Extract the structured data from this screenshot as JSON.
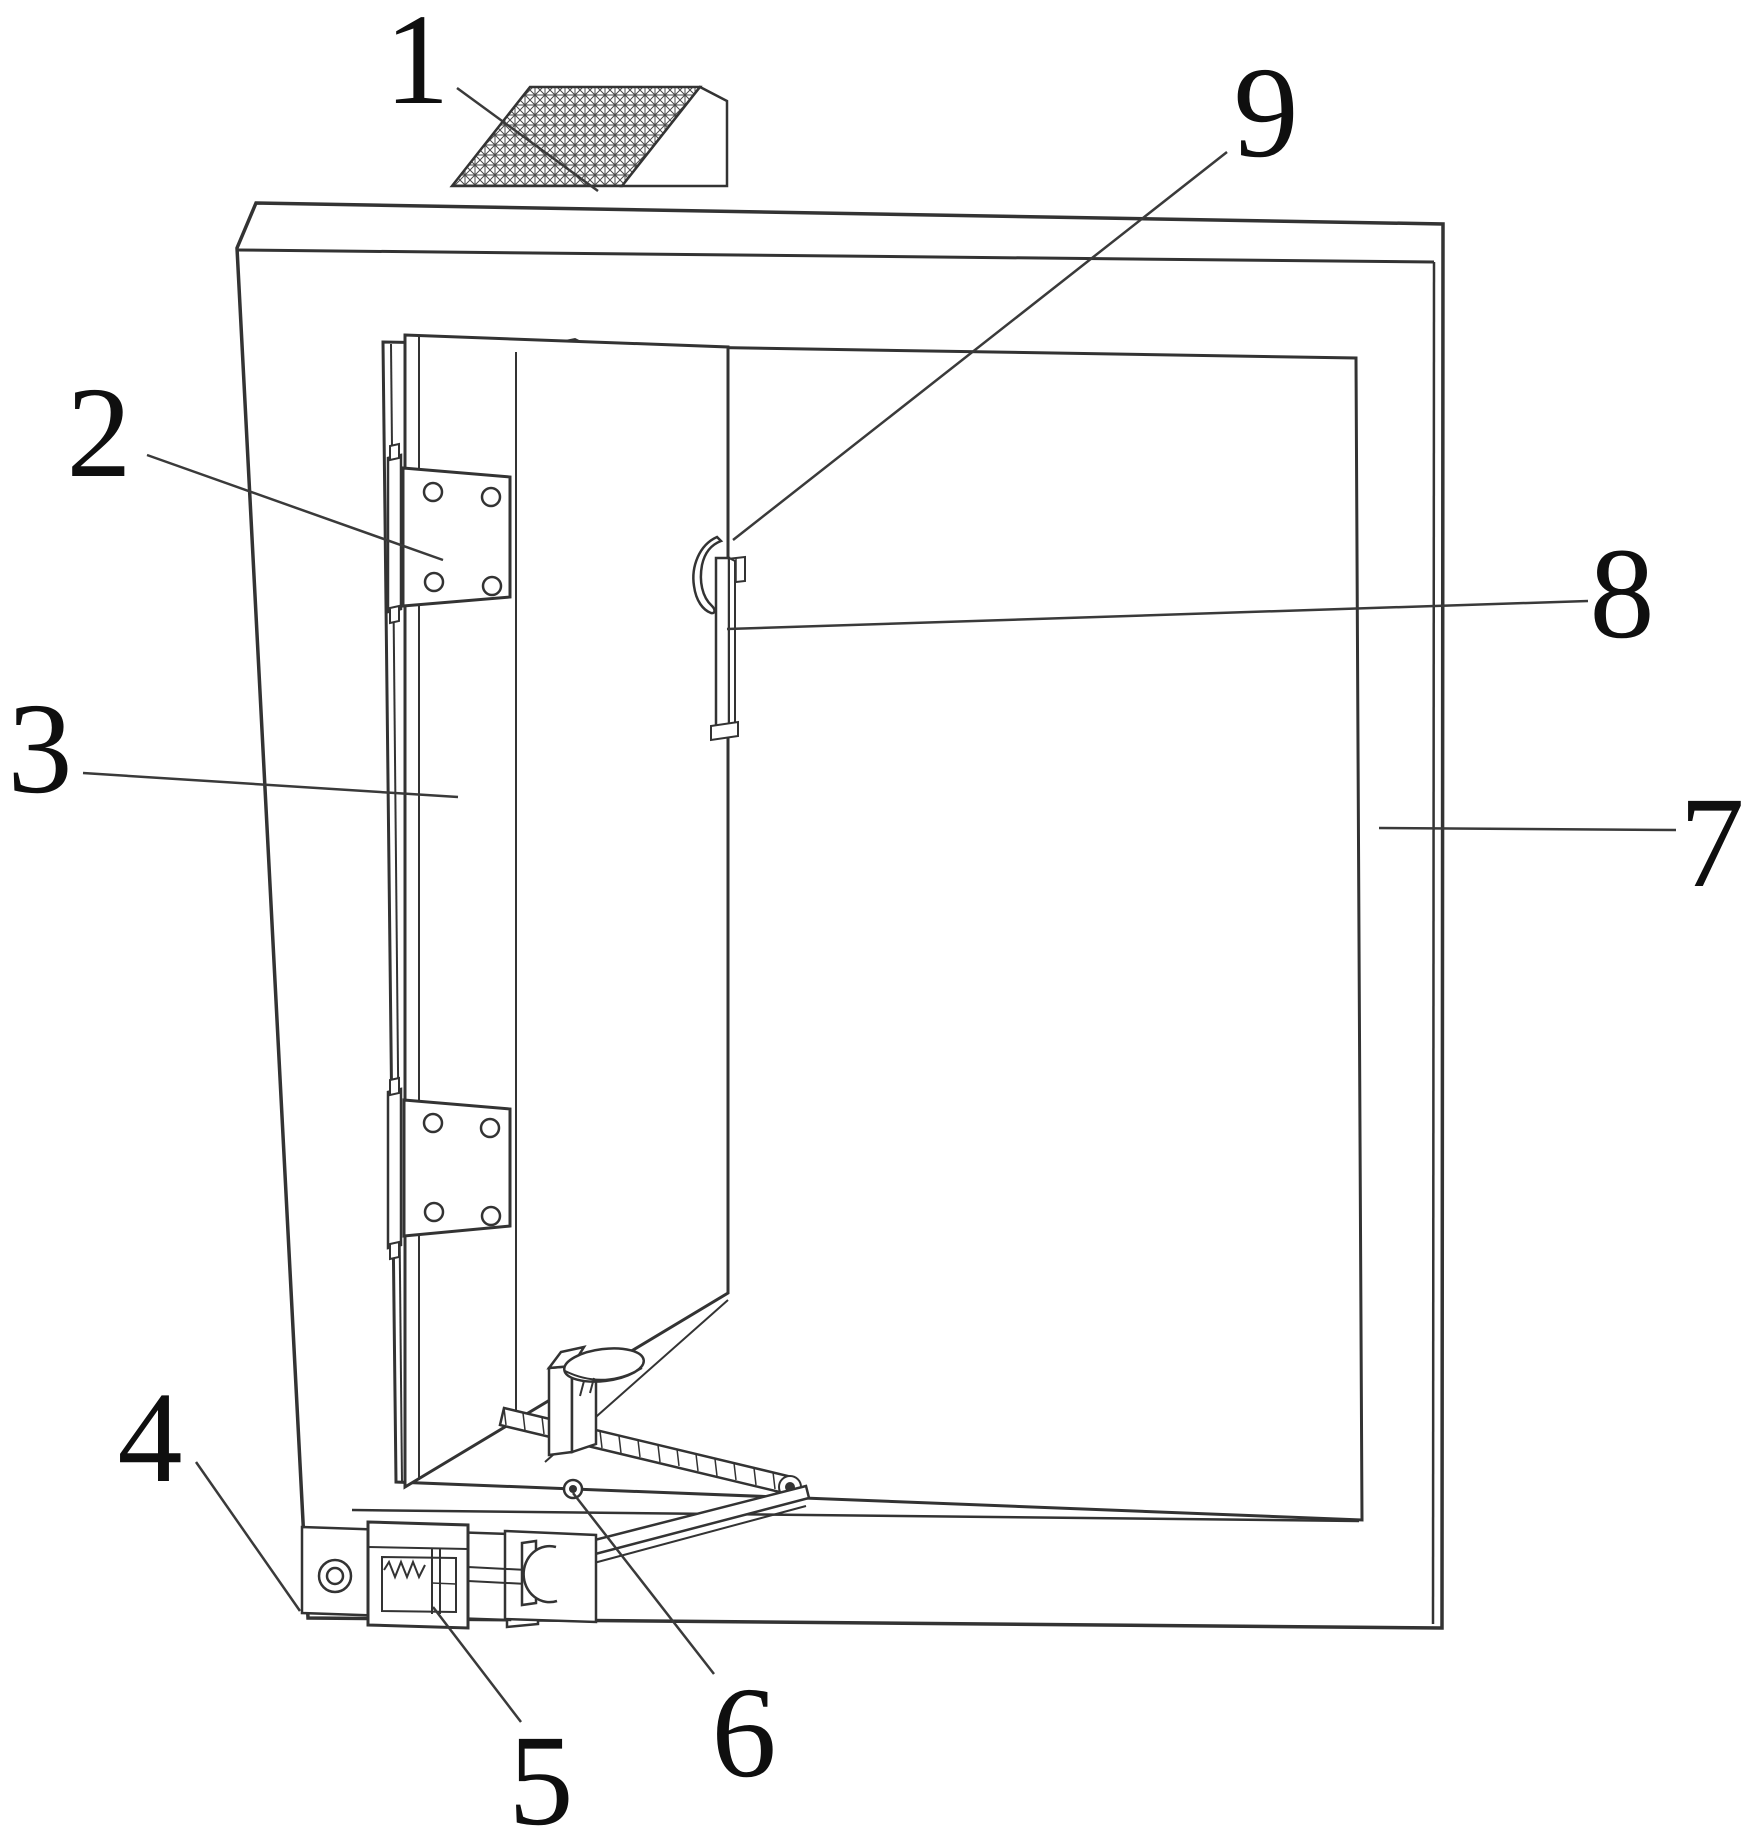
{
  "figure": {
    "kind": "patent line drawing of a casement window/door assembly",
    "part_labels": [
      "1",
      "2",
      "3",
      "4",
      "5",
      "6",
      "7",
      "8",
      "9"
    ],
    "colors": {
      "background": "#ffffff",
      "line": "#333333",
      "label": "#0f0f0f"
    }
  }
}
